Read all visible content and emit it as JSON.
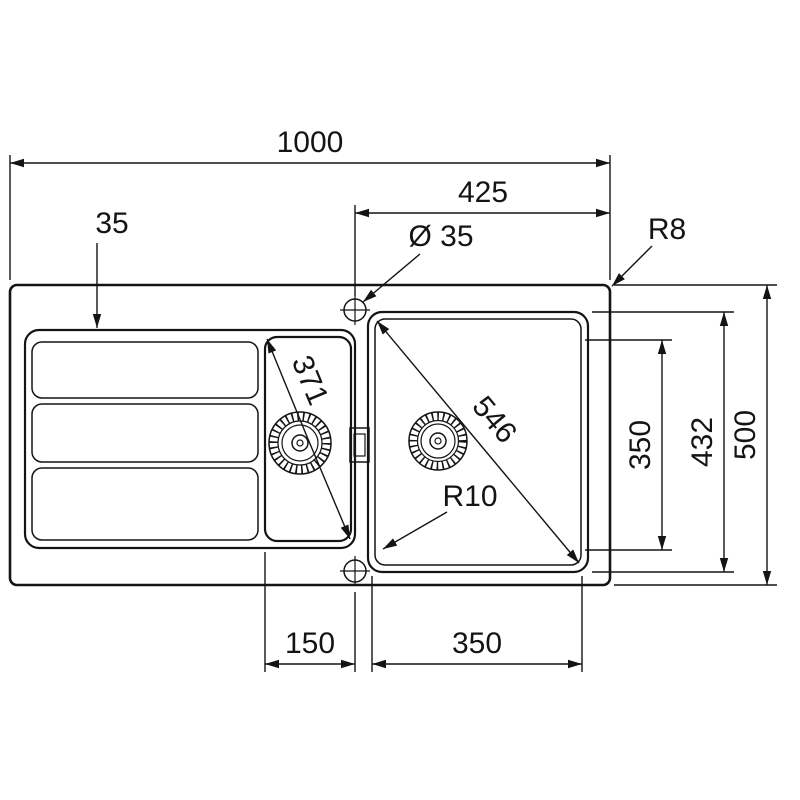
{
  "drawing": {
    "colors": {
      "line": "#141414",
      "background": "#ffffff"
    },
    "labels": {
      "overall_width": "1000",
      "bowl_zone_width": "425",
      "rim_inset": "35",
      "tap_hole_diameter": "Ø 35",
      "outer_corner_radius": "R8",
      "small_bowl_diagonal": "371",
      "main_bowl_diagonal": "546",
      "main_bowl_inner_depth": "350",
      "main_bowl_outer_depth": "432",
      "overall_depth": "500",
      "inner_corner_radius": "R10",
      "small_bowl_width": "150",
      "main_bowl_width": "350"
    }
  }
}
